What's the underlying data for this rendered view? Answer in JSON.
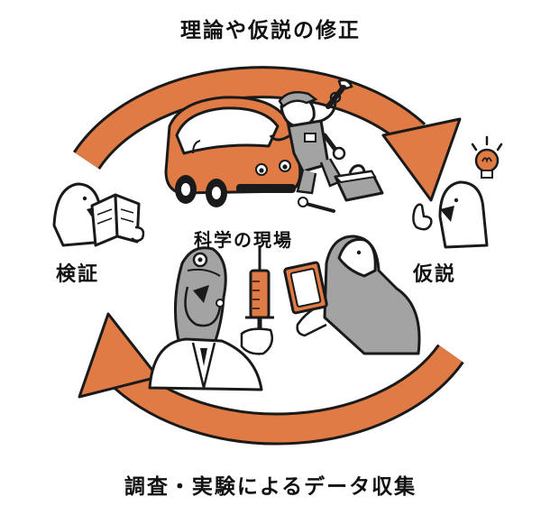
{
  "labels": {
    "top": "理論や仮説の修正",
    "bottom": "調査・実験によるデータ収集",
    "left": "検証",
    "right": "仮説",
    "center": "科学の現場"
  },
  "colors": {
    "accent": "#e07b45",
    "outline": "#1a1a1a",
    "gray": "#a3a3a3",
    "background": "#ffffff"
  },
  "icons": [
    "lightbulb-icon",
    "wrench-icon",
    "toolbox-icon",
    "syringe-icon",
    "tablet-icon",
    "open-book-icon",
    "stethoscope-icon"
  ]
}
